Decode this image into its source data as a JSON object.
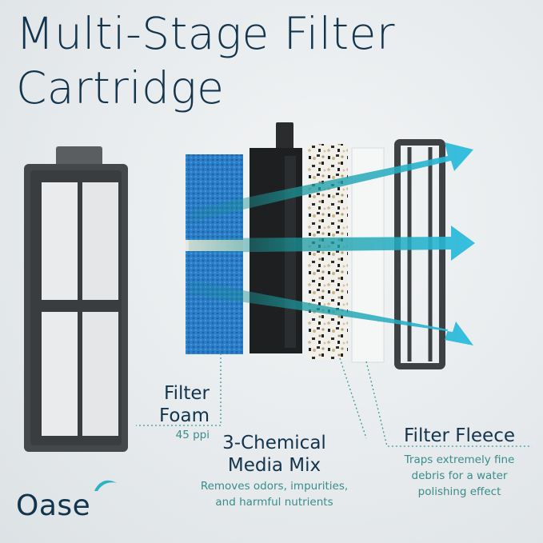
{
  "title": {
    "line1": "Multi-Stage Filter",
    "line2": "Cartridge"
  },
  "labels": {
    "filter_foam": {
      "title_line1": "Filter",
      "title_line2": "Foam",
      "detail": "45 ppi"
    },
    "media_mix": {
      "title_line1": "3-Chemical",
      "title_line2": "Media Mix",
      "detail_line1": "Removes odors, impurities,",
      "detail_line2": "and harmful nutrients"
    },
    "filter_fleece": {
      "title": "Filter Fleece",
      "detail_line1": "Traps extremely fine",
      "detail_line2": "debris for a water",
      "detail_line3": "polishing effect"
    }
  },
  "brand": {
    "logo_text": "Oase"
  },
  "colors": {
    "navy": "#12344d",
    "teal": "#3a8c8a",
    "foam_blue": "#2a7fc8",
    "frame_gray": "#4b4f52",
    "arrow_teal": "#1fb3c8"
  }
}
